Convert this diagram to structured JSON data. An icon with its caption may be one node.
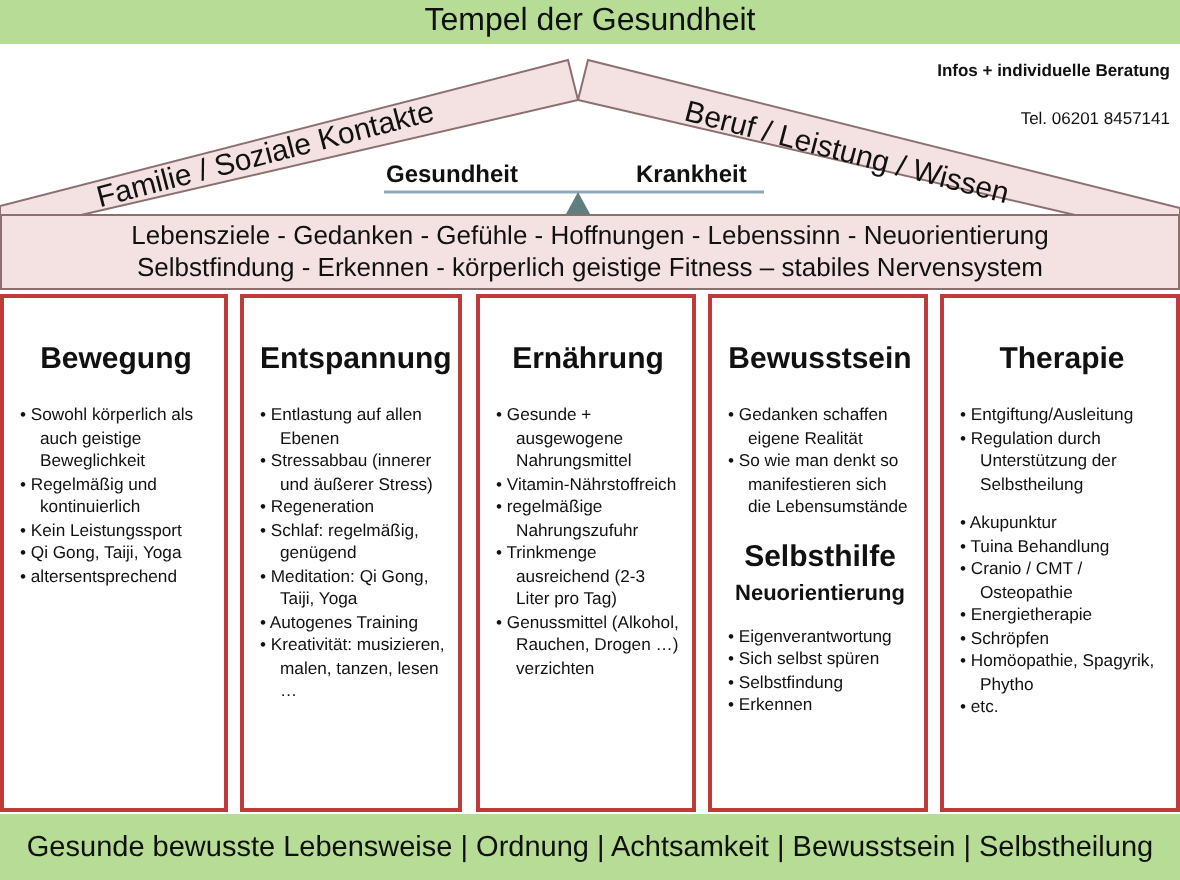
{
  "diagram": {
    "nodes": [
      {
        "text": [
          "Tempel der Gesundheit"
        ]
      },
      {
        "text": [
          "Familie / Soziale Kontakte"
        ]
      },
      {
        "text": [
          "Beruf / Leistung / Wissen"
        ]
      },
      {
        "text": [
          "Lebensziele - Gedanken - Gefühle - Hoffnungen - Lebenssinn - Neuorientierung",
          "Selbstfindung - Erkennen  - körperlich geistige Fitness – stabiles Nervensystem"
        ]
      },
      {
        "text": [
          "Bewegung",
          "• Sowohl körperlich als auch geistige Beweglichkeit",
          "• Regelmäßig und kontinuierlich",
          "• Kein Leistungssport",
          "• Qi Gong, Taiji, Yoga",
          "• altersentsprechend"
        ]
      },
      {
        "text": [
          "Entspannung",
          "• Entlastung auf allen Ebenen",
          "• Stressabbau (innerer und äußerer Stress)",
          "• Regeneration",
          "• Schlaf: regelmäßig, genügend",
          "• Meditation: Qi Gong, Taiji, Yoga",
          "• Autogenes Training",
          "• Kreativität: musizieren, malen, tanzen, lesen …"
        ]
      },
      {
        "text": [
          "Ernährung",
          "• Gesunde + ausgewogene Nahrungsmittel",
          "• Vitamin-Nährstoffreich",
          "• regelmäßige Nahrungszufuhr",
          "• Trinkmenge ausreichend (2-3 Liter pro Tag)",
          "• Genussmittel (Alkohol, Rauchen, Drogen …) verzichten"
        ]
      },
      {
        "text": [
          "Bewusstsein",
          "• Gedanken schaffen eigene Realität",
          "• So wie man denkt so manifestieren sich die Lebensumstände",
          "Selbsthilfe",
          "Neuorientierung",
          "• Eigenverantwortung",
          "• Sich selbst spüren",
          "• Selbstfindung",
          "• Erkennen"
        ]
      },
      {
        "text": [
          "Therapie",
          "• Entgiftung/Ausleitung",
          "• Regulation durch Unterstützung der Selbstheilung",
          "• Akupunktur",
          "• Tuina Behandlung",
          "• Cranio / CMT / Osteopathie",
          "• Energietherapie",
          "• Schröpfen",
          "• Homöopathie, Spagyrik, Phytho",
          "• etc."
        ]
      },
      {
        "text": [
          "Gesunde bewusste Lebensweise | Ordnung | Achtsamkeit | Bewusstsein | Selbstheilung"
        ]
      }
    ],
    "edges": [],
    "labels": [
      "Infos + individuelle Beratung",
      "Tel. 06201 8457141",
      "Gesundheit",
      "Krankheit"
    ]
  }
}
